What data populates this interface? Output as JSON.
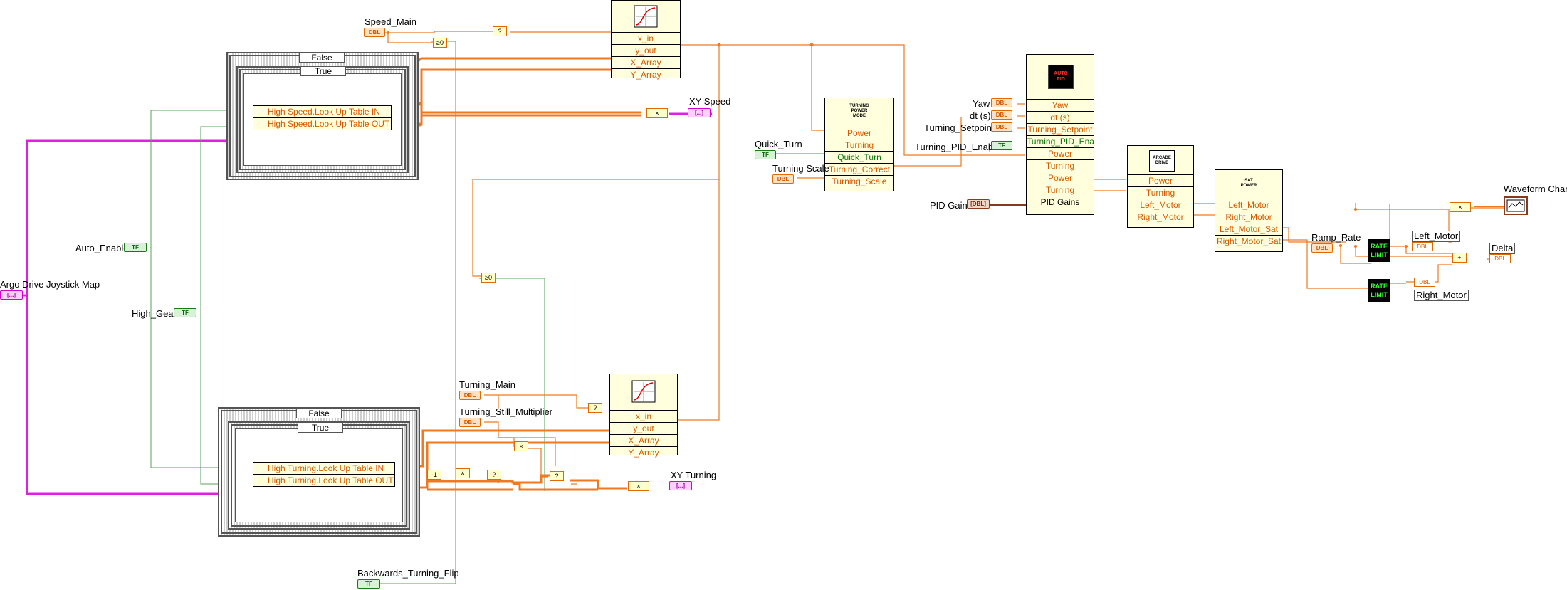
{
  "labels": {
    "speed_main": "Speed_Main",
    "xy_speed": "XY Speed",
    "quick_turn": "Quick_Turn",
    "turning_scale": "Turning Scale",
    "yaw": "Yaw",
    "dt": "dt (s)",
    "turning_setpoint": "Turning_Setpoint",
    "turning_pid_enable": "Turning_PID_Enable",
    "pid_gains": "PID Gains",
    "waveform_chart": "Waveform Chart",
    "ramp_rate": "Ramp_Rate",
    "left_motor": "Left_Motor",
    "right_motor": "Right_Motor",
    "delta": "Delta",
    "auto_enable": "Auto_Enable",
    "high_gear": "High_Gear",
    "joystick_map": "Argo Drive Joystick Map",
    "turning_main": "Turning_Main",
    "turning_still_multiplier": "Turning_Still_Multiplier",
    "xy_turning": "XY Turning",
    "backwards_turning_flip": "Backwards_Turning_Flip"
  },
  "terminals": {
    "dbl": "DBL",
    "bool": "TF",
    "cluster": "[...]",
    "brown": "[DBL]"
  },
  "case_structures": {
    "speed": {
      "outer_selector": "False",
      "inner_selector": "True",
      "lut_in": "High Speed.Look Up Table IN",
      "lut_out": "High Speed.Look Up Table OUT"
    },
    "turning": {
      "outer_selector": "False",
      "inner_selector": "True",
      "lut_in": "High Turning.Look Up Table IN",
      "lut_out": "High Turning.Look Up Table OUT"
    }
  },
  "interp_top": {
    "rows": [
      "x_in",
      "y_out",
      "X_Array",
      "Y_Array"
    ]
  },
  "interp_bottom": {
    "rows": [
      "x_in",
      "y_out",
      "X_Array",
      "Y_Array"
    ]
  },
  "turning_power_mode": {
    "icon_lines": [
      "TURNING",
      "POWER",
      "MODE"
    ],
    "rows": [
      "Power",
      "Turning",
      "Quick_Turn",
      "Turning_Correct",
      "Turning_Scale"
    ]
  },
  "auto_pid": {
    "icon_lines": [
      "AUTO",
      "PID"
    ],
    "rows": [
      "Yaw",
      "dt (s)",
      "Turning_Setpoint",
      "Turning_PID_Ena",
      "Power",
      "Turning",
      "Power",
      "Turning",
      "PID Gains"
    ]
  },
  "arcade_drive": {
    "icon_lines": [
      "ARCADE",
      "DRIVE"
    ],
    "rows": [
      "Power",
      "Turning",
      "Left_Motor",
      "Right_Motor"
    ]
  },
  "sat_power": {
    "icon_lines": [
      "SAT",
      "POWER"
    ],
    "rows": [
      "Left_Motor",
      "Right_Motor",
      "Left_Motor_Sat",
      "Right_Motor_Sat"
    ]
  },
  "rate_limit": {
    "line1": "RATE",
    "line2": "LIMIT"
  },
  "primitives": {
    "negate": "-1",
    "multiply": "×",
    "select": "?",
    "add": "+",
    "compare": "≥0",
    "and": "∧"
  },
  "colors": {
    "wire_orange": "#f07820",
    "wire_pink": "#e020e0",
    "wire_green": "#4a9a4a",
    "wire_brown": "#8a3a1a"
  }
}
